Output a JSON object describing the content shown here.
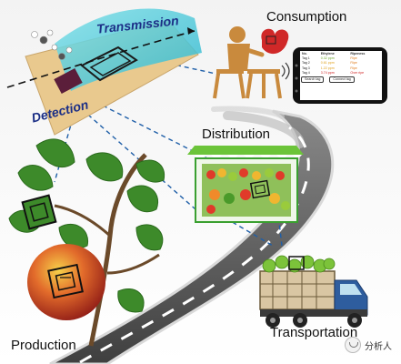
{
  "stages": {
    "transmission": "Transmission",
    "detection": "Detection",
    "consumption": "Consumption",
    "distribution": "Distribution",
    "production": "Production",
    "transportation": "Transportation"
  },
  "phone_app": {
    "headers": [
      "No.",
      "Ethylene",
      "Ripeness"
    ],
    "rows": [
      {
        "tag": "Tag 1",
        "ethylene": "0.32 ppm",
        "ripeness": "Ripe"
      },
      {
        "tag": "Tag 2",
        "ethylene": "0.61 ppm",
        "ripeness": "Ripe"
      },
      {
        "tag": "Tag 3",
        "ethylene": "1.22 ppm",
        "ripeness": "Ripe"
      },
      {
        "tag": "Tag 4",
        "ethylene": "3.74 ppm",
        "ripeness": "Over ripe"
      }
    ],
    "buttons": {
      "search": "Search tag",
      "connect": "Connect tag"
    }
  },
  "watermark": {
    "text": "分析人"
  },
  "colors": {
    "road": "#4a4a4a",
    "road_edge": "#d9d9d9",
    "dashed_link": "#1f5fa8",
    "label_blue": "#1c2f86",
    "leaf": "#3d8a2a",
    "peach": "#d9452b",
    "truck_cab": "#2e5d9e",
    "awning": "#6cc43a"
  }
}
